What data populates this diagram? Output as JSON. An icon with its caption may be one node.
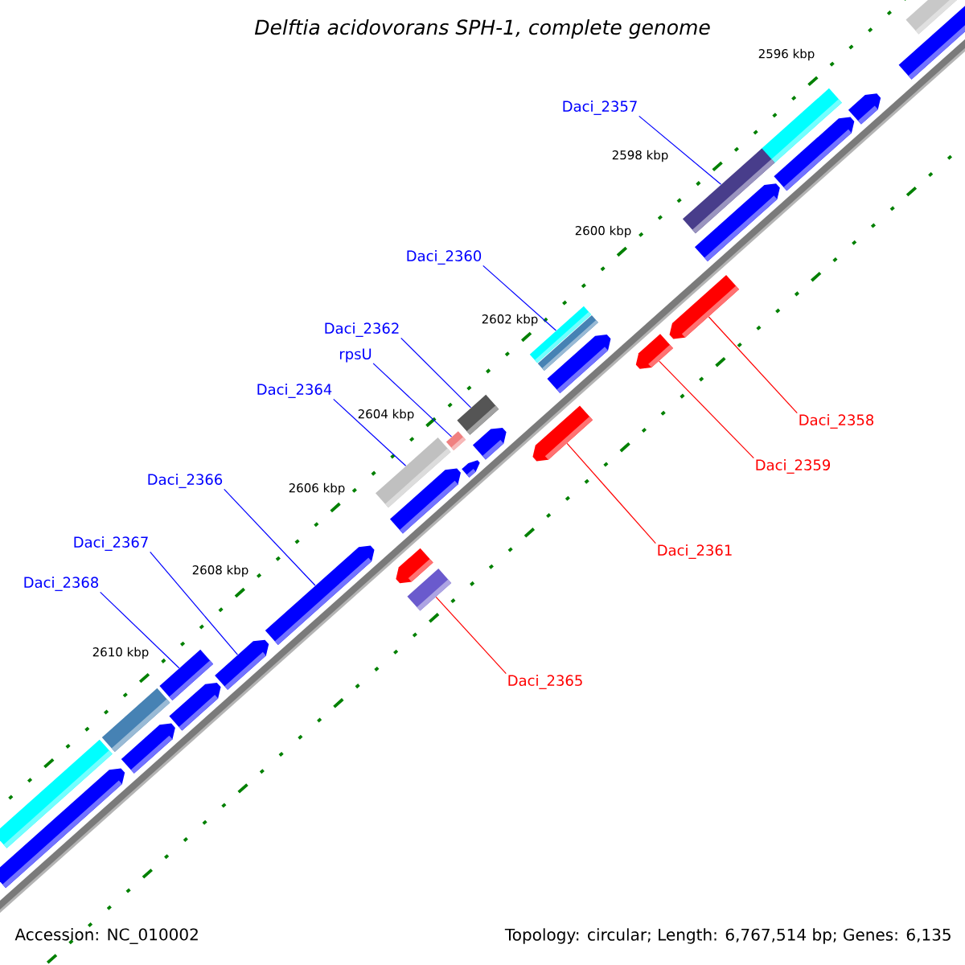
{
  "diagram": {
    "title": "Delftia acidovorans SPH-1, complete genome",
    "nodes": [
      {
        "text": [
          "Daci_2357"
        ]
      },
      {
        "text": [
          "Daci_2360"
        ]
      },
      {
        "text": [
          "Daci_2362"
        ]
      },
      {
        "text": [
          "rpsU"
        ]
      },
      {
        "text": [
          "Daci_2364"
        ]
      },
      {
        "text": [
          "Daci_2366"
        ]
      },
      {
        "text": [
          "Daci_2367"
        ]
      },
      {
        "text": [
          "Daci_2368"
        ]
      },
      {
        "text": [
          "Daci_2358"
        ]
      },
      {
        "text": [
          "Daci_2359"
        ]
      },
      {
        "text": [
          "Daci_2361"
        ]
      },
      {
        "text": [
          "Daci_2365"
        ]
      },
      {
        "text": [],
        "shape": "bar"
      },
      {
        "text": [],
        "shape": "arrow"
      },
      {
        "text": [],
        "shape": "arrow"
      },
      {
        "text": [],
        "shape": "bar"
      },
      {
        "text": [],
        "shape": "arrow"
      },
      {
        "text": [],
        "shape": "bar"
      },
      {
        "text": [],
        "shape": "arrow"
      },
      {
        "text": [],
        "shape": "arrow"
      },
      {
        "text": [],
        "shape": "bar"
      },
      {
        "text": [],
        "shape": "bar"
      },
      {
        "text": [],
        "shape": "arrow"
      },
      {
        "text": [],
        "shape": "arrow"
      },
      {
        "text": [],
        "shape": "bar"
      },
      {
        "text": [],
        "shape": "arrow"
      },
      {
        "text": [],
        "shape": "bar"
      },
      {
        "text": [],
        "shape": "arrow"
      },
      {
        "text": [],
        "shape": "arrow"
      },
      {
        "text": [],
        "shape": "bar"
      },
      {
        "text": [],
        "shape": "arrow"
      },
      {
        "text": [],
        "shape": "arrow"
      },
      {
        "text": [],
        "shape": "bar"
      },
      {
        "text": [],
        "shape": "arrow"
      },
      {
        "text": [],
        "shape": "arrow"
      },
      {
        "text": [],
        "shape": "bar"
      },
      {
        "text": [],
        "shape": "arrow"
      },
      {
        "text": [],
        "shape": "bar"
      },
      {
        "text": [],
        "shape": "arrow"
      },
      {
        "text": [],
        "shape": "bar"
      },
      {
        "text": [],
        "shape": "arrow"
      }
    ],
    "edges": [
      {
        "from": 0,
        "to": 17,
        "arrow": "none"
      },
      {
        "from": 1,
        "to": 20,
        "arrow": "none"
      },
      {
        "from": 2,
        "to": 24,
        "arrow": "none"
      },
      {
        "from": 3,
        "to": 26,
        "arrow": "none"
      },
      {
        "from": 4,
        "to": 29,
        "arrow": "none"
      },
      {
        "from": 5,
        "to": 33,
        "arrow": "none"
      },
      {
        "from": 6,
        "to": 34,
        "arrow": "none"
      },
      {
        "from": 7,
        "to": 35,
        "arrow": "none"
      },
      {
        "from": 8,
        "to": 19,
        "arrow": "none",
        "color": "#ff0000"
      },
      {
        "from": 9,
        "to": 22,
        "arrow": "none",
        "color": "#ff0000"
      },
      {
        "from": 10,
        "to": 25,
        "arrow": "none",
        "color": "#ff0000"
      },
      {
        "from": 11,
        "to": 32,
        "arrow": "none",
        "color": "#ff0000"
      }
    ],
    "labels": [
      "2596 kbp",
      "2598 kbp",
      "2600 kbp",
      "2602 kbp",
      "2604 kbp",
      "2606 kbp",
      "2608 kbp",
      "2610 kbp",
      "Accession: NC_010002",
      "Topology: circular; Length: 6,767,514 bp; Genes: 6,135"
    ]
  }
}
